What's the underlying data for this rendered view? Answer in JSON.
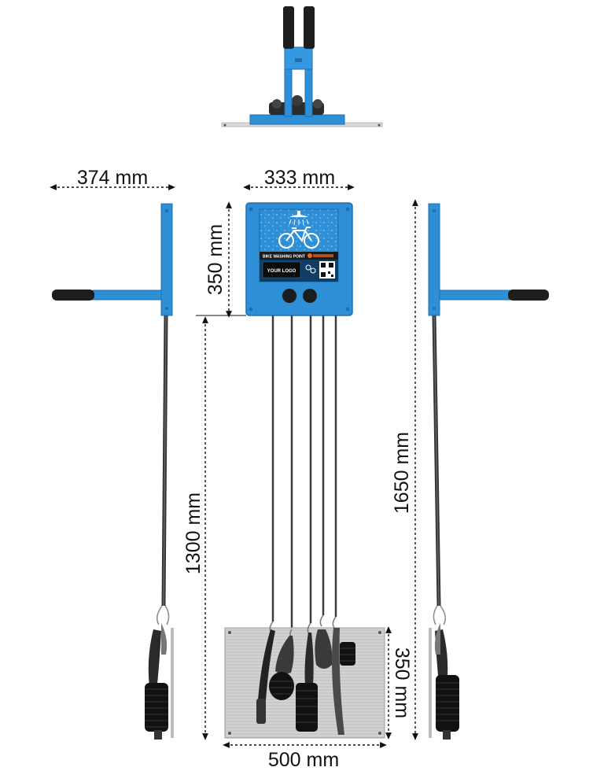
{
  "colors": {
    "frame_blue": "#2f8fd6",
    "frame_blue_dark": "#1f6fb0",
    "rubber": "#222222",
    "cable": "#3a3a3a",
    "plate": "#c8c8c8",
    "dimension_line": "#111111"
  },
  "dimensions": {
    "side_depth": "374 mm",
    "panel_width": "333 mm",
    "panel_height": "350 mm",
    "hanger_height": "1300 mm",
    "total_height": "1650 mm",
    "plate_height": "350 mm",
    "plate_width": "500 mm"
  },
  "panel_sign": {
    "title": "BIKE WASHING POINT",
    "logo_text": "YOUR LOGO"
  },
  "icons": {
    "shower": "shower-icon",
    "bicycle": "bicycle-icon",
    "qr": "qr-code-icon",
    "brand": "brand-logo"
  }
}
